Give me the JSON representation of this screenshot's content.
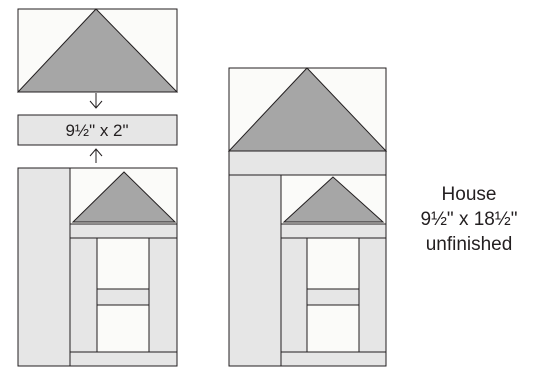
{
  "assembly": {
    "strip_label": "9½\" x 2\""
  },
  "caption": {
    "line1": "House",
    "line2": "9½\" x 18½\"",
    "line3": "unfinished"
  },
  "colors": {
    "triangle": "#a6a6a6",
    "background_fabric": "#fbfbf9",
    "light_fabric": "#e6e6e6",
    "outline": "#231f20"
  }
}
